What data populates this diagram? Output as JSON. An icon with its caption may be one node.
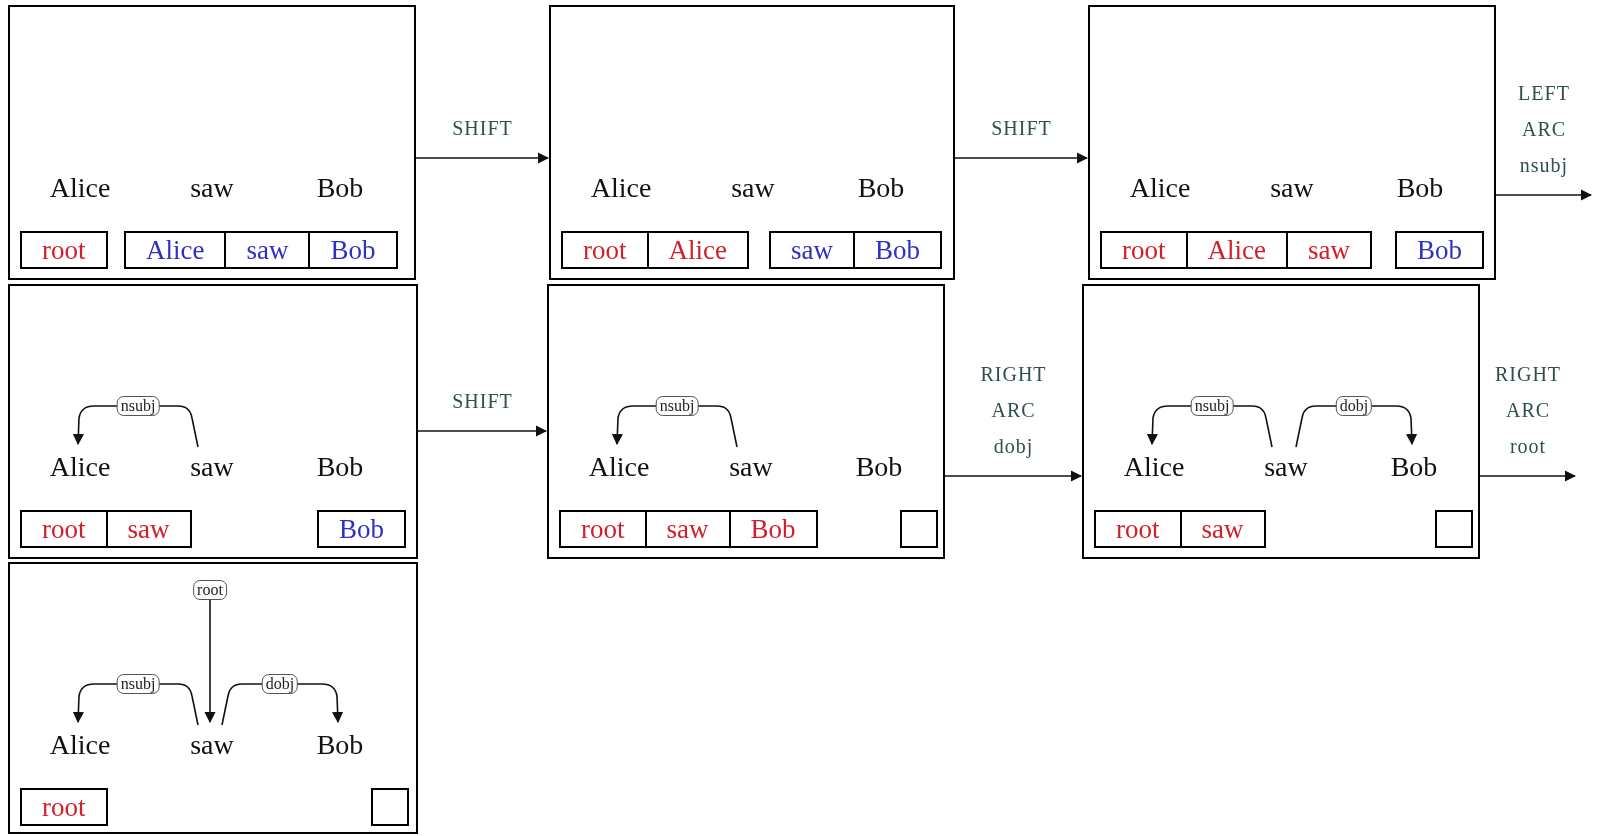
{
  "diagram": {
    "nodes": [
      {
        "text": [],
        "shape": "box"
      },
      {
        "text": [
          "Alice"
        ],
        "in": 0
      },
      {
        "text": [
          "saw"
        ],
        "in": 0
      },
      {
        "text": [
          "Bob"
        ],
        "in": 0
      },
      {
        "text": [],
        "shape": "box",
        "in": 0
      },
      {
        "text": [
          "root"
        ],
        "in": 4
      },
      {
        "text": [],
        "shape": "box",
        "in": 0
      },
      {
        "text": [
          "Alice"
        ],
        "in": 6
      },
      {
        "text": [
          "saw"
        ],
        "in": 6
      },
      {
        "text": [
          "Bob"
        ],
        "in": 6
      },
      {
        "text": [],
        "shape": "box"
      },
      {
        "text": [
          "Alice"
        ],
        "in": 10
      },
      {
        "text": [
          "saw"
        ],
        "in": 10
      },
      {
        "text": [
          "Bob"
        ],
        "in": 10
      },
      {
        "text": [],
        "shape": "box",
        "in": 10
      },
      {
        "text": [
          "root"
        ],
        "in": 14
      },
      {
        "text": [
          "Alice"
        ],
        "in": 14
      },
      {
        "text": [],
        "shape": "box",
        "in": 10
      },
      {
        "text": [
          "saw"
        ],
        "in": 17
      },
      {
        "text": [
          "Bob"
        ],
        "in": 17
      },
      {
        "text": [],
        "shape": "box"
      },
      {
        "text": [
          "Alice"
        ],
        "in": 20
      },
      {
        "text": [
          "saw"
        ],
        "in": 20
      },
      {
        "text": [
          "Bob"
        ],
        "in": 20
      },
      {
        "text": [],
        "shape": "box",
        "in": 20
      },
      {
        "text": [
          "root"
        ],
        "in": 24
      },
      {
        "text": [
          "Alice"
        ],
        "in": 24
      },
      {
        "text": [
          "saw"
        ],
        "in": 24
      },
      {
        "text": [],
        "shape": "box",
        "in": 20
      },
      {
        "text": [
          "Bob"
        ],
        "in": 28
      },
      {
        "text": [],
        "shape": "box"
      },
      {
        "text": [
          "Alice"
        ],
        "in": 30
      },
      {
        "text": [
          "saw"
        ],
        "in": 30
      },
      {
        "text": [
          "Bob"
        ],
        "in": 30
      },
      {
        "text": [],
        "shape": "box",
        "in": 30
      },
      {
        "text": [
          "root"
        ],
        "in": 34
      },
      {
        "text": [
          "saw"
        ],
        "in": 34
      },
      {
        "text": [],
        "shape": "box",
        "in": 30
      },
      {
        "text": [
          "Bob"
        ],
        "in": 37
      },
      {
        "text": [],
        "shape": "box"
      },
      {
        "text": [
          "Alice"
        ],
        "in": 39
      },
      {
        "text": [
          "saw"
        ],
        "in": 39
      },
      {
        "text": [
          "Bob"
        ],
        "in": 39
      },
      {
        "text": [],
        "shape": "box",
        "in": 39
      },
      {
        "text": [
          "root"
        ],
        "in": 43
      },
      {
        "text": [
          "saw"
        ],
        "in": 43
      },
      {
        "text": [
          "Bob"
        ],
        "in": 43
      },
      {
        "text": [],
        "shape": "box",
        "in": 39
      },
      {
        "text": [],
        "shape": "box"
      },
      {
        "text": [
          "Alice"
        ],
        "in": 48
      },
      {
        "text": [
          "saw"
        ],
        "in": 48
      },
      {
        "text": [
          "Bob"
        ],
        "in": 48
      },
      {
        "text": [],
        "shape": "box",
        "in": 48
      },
      {
        "text": [
          "root"
        ],
        "in": 52
      },
      {
        "text": [
          "saw"
        ],
        "in": 52
      },
      {
        "text": [],
        "shape": "box",
        "in": 48
      },
      {
        "text": [],
        "shape": "box"
      },
      {
        "text": [
          "Alice"
        ],
        "in": 56
      },
      {
        "text": [
          "saw"
        ],
        "in": 56
      },
      {
        "text": [
          "Bob"
        ],
        "in": 56
      },
      {
        "text": [],
        "shape": "box",
        "in": 56
      },
      {
        "text": [
          "root"
        ],
        "in": 60
      },
      {
        "text": [],
        "shape": "box",
        "in": 56
      }
    ],
    "edges": [
      {
        "from": 0,
        "to": 10,
        "arrow": "to",
        "label": "SHIFT"
      },
      {
        "from": 10,
        "to": 20,
        "arrow": "to",
        "label": "SHIFT"
      },
      {
        "from": 20,
        "to": null,
        "arrow": "to",
        "label": "LEFT ARC nsubj"
      },
      {
        "from": 30,
        "to": 39,
        "arrow": "to",
        "label": "SHIFT"
      },
      {
        "from": 39,
        "to": 48,
        "arrow": "to",
        "label": "RIGHT ARC dobj"
      },
      {
        "from": 48,
        "to": null,
        "arrow": "to",
        "label": "RIGHT ARC root"
      },
      {
        "from": 32,
        "to": 31,
        "arrow": "to",
        "label": "nsubj"
      },
      {
        "from": 41,
        "to": 40,
        "arrow": "to",
        "label": "nsubj"
      },
      {
        "from": 50,
        "to": 49,
        "arrow": "to",
        "label": "nsubj"
      },
      {
        "from": 50,
        "to": 51,
        "arrow": "to",
        "label": "dobj"
      },
      {
        "from": null,
        "to": 58,
        "arrow": "to",
        "label": "root"
      },
      {
        "from": 58,
        "to": 57,
        "arrow": "to",
        "label": "nsubj"
      },
      {
        "from": 58,
        "to": 59,
        "arrow": "to",
        "label": "dobj"
      }
    ]
  }
}
